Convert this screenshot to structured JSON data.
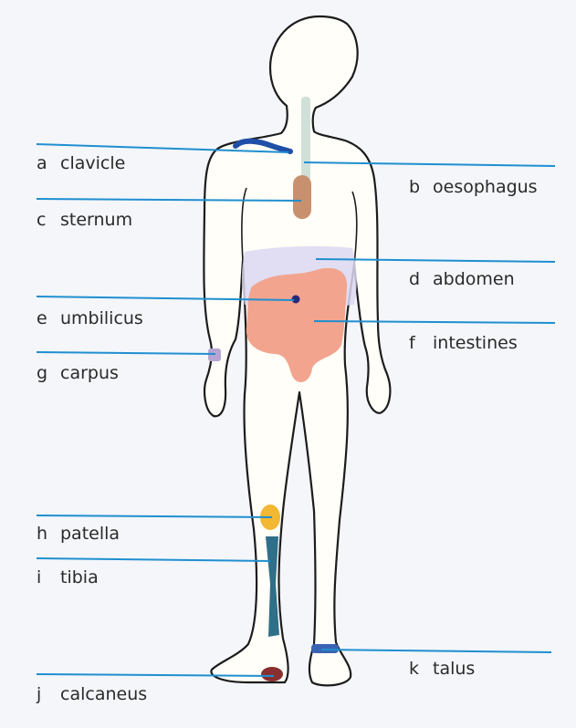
{
  "colors": {
    "background": "#f4f6fa",
    "outline": "#1c1c1c",
    "leader_line": "#1f8fd0",
    "clavicle": "#1f4fa8",
    "oesophagus": "#cfe0d8",
    "sternum": "#c8906e",
    "abdomen": "#dcd8f2",
    "intestines": "#f2a48e",
    "umbilicus": "#2a2a7a",
    "carpus": "#b7a4d2",
    "patella": "#f2b733",
    "tibia": "#2f6f8a",
    "talus": "#3a63b3",
    "calcaneus": "#8a2f2f"
  },
  "labels": [
    {
      "id": "a",
      "letter": "a",
      "text": "clavicle"
    },
    {
      "id": "b",
      "letter": "b",
      "text": "oesophagus"
    },
    {
      "id": "c",
      "letter": "c",
      "text": "sternum"
    },
    {
      "id": "d",
      "letter": "d",
      "text": "abdomen"
    },
    {
      "id": "e",
      "letter": "e",
      "text": "umbilicus"
    },
    {
      "id": "f",
      "letter": "f",
      "text": "intestines"
    },
    {
      "id": "g",
      "letter": "g",
      "text": "carpus"
    },
    {
      "id": "h",
      "letter": "h",
      "text": "patella"
    },
    {
      "id": "i",
      "letter": "i",
      "text": "tibia"
    },
    {
      "id": "j",
      "letter": "j",
      "text": "calcaneus"
    },
    {
      "id": "k",
      "letter": "k",
      "text": "talus"
    }
  ]
}
